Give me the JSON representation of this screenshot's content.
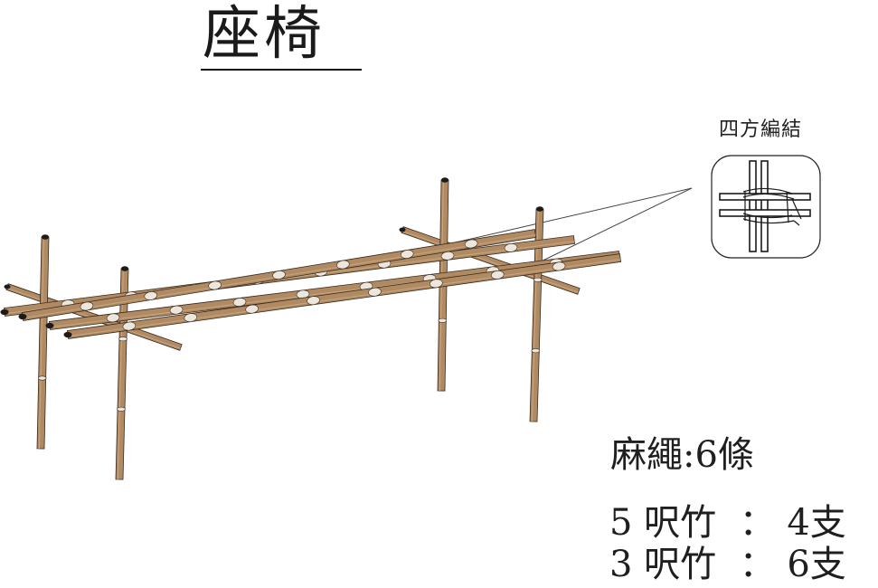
{
  "title": "座椅",
  "detail": {
    "label": "四方編結"
  },
  "materials": {
    "rope": "麻繩:6條",
    "bamboo": [
      {
        "length": "5 呎竹",
        "count": "4支"
      },
      {
        "length": "3 呎竹",
        "count": "6支"
      }
    ],
    "separator": "："
  },
  "colors": {
    "bamboo": "#b08a63",
    "bamboo_outline": "#3a2a1c",
    "bamboo_highlight": "#ede6dc",
    "bamboo_end": "#1e1a18"
  }
}
